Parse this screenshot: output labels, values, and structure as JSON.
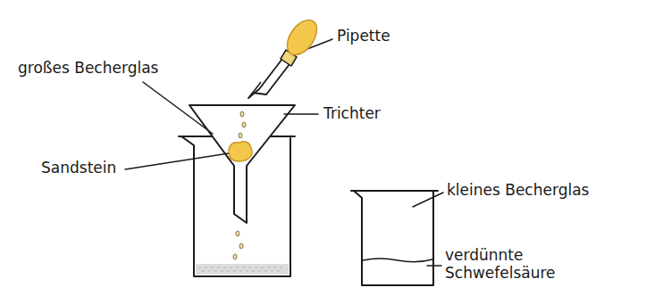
{
  "diagram": {
    "labels": [
      "Pipette",
      "großes Becherglas",
      "Trichter",
      "Sandstein",
      "kleines Becherglas",
      "verdünnte Schwefelsäure"
    ]
  }
}
